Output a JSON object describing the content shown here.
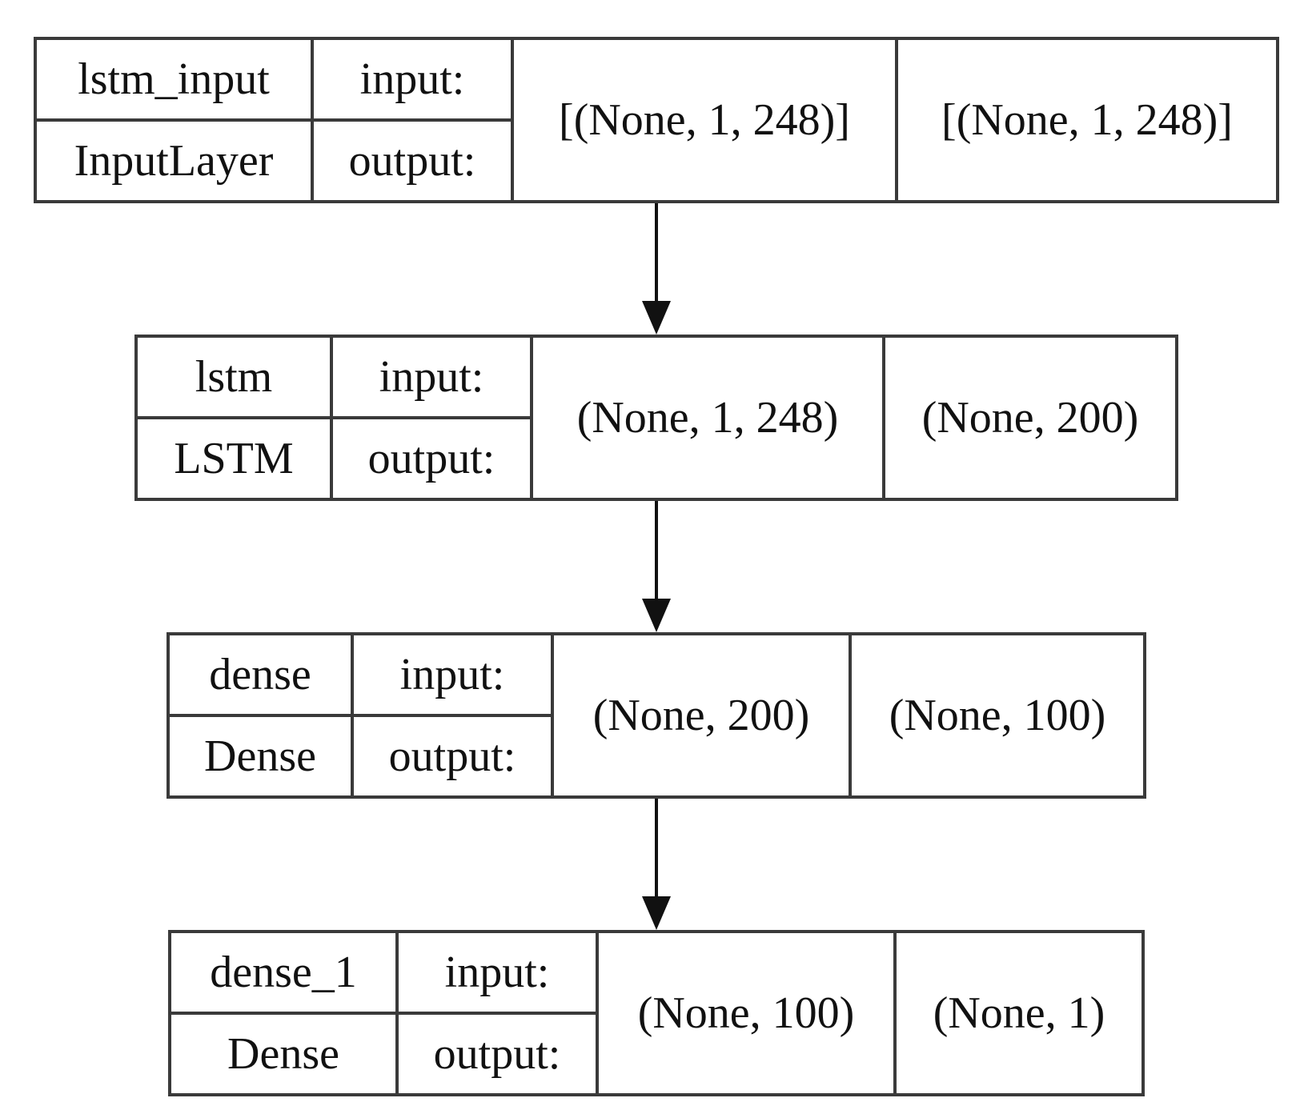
{
  "layers": [
    {
      "name": "lstm_input",
      "type": "InputLayer",
      "input_label": "input:",
      "output_label": "output:",
      "input_shape": "[(None, 1, 248)]",
      "output_shape": "[(None, 1, 248)]"
    },
    {
      "name": "lstm",
      "type": "LSTM",
      "input_label": "input:",
      "output_label": "output:",
      "input_shape": "(None, 1, 248)",
      "output_shape": "(None, 200)"
    },
    {
      "name": "dense",
      "type": "Dense",
      "input_label": "input:",
      "output_label": "output:",
      "input_shape": "(None, 200)",
      "output_shape": "(None, 100)"
    },
    {
      "name": "dense_1",
      "type": "Dense",
      "input_label": "input:",
      "output_label": "output:",
      "input_shape": "(None, 100)",
      "output_shape": "(None, 1)"
    }
  ],
  "colors": {
    "line": "#111111",
    "border": "#3a3a3a",
    "background": "#ffffff"
  }
}
